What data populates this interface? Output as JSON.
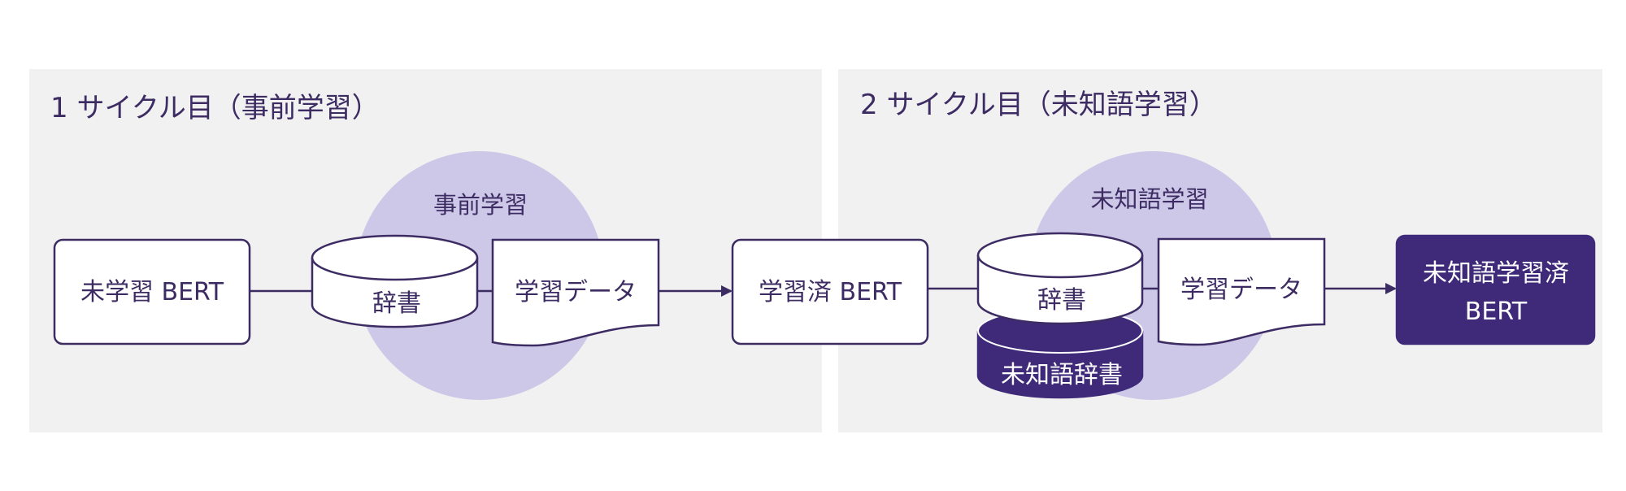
{
  "panels": {
    "cycle1": {
      "title": "1 サイクル目（事前学習）",
      "circle_label": "事前学習"
    },
    "cycle2": {
      "title": "2 サイクル目（未知語学習）",
      "circle_label": "未知語学習"
    }
  },
  "nodes": {
    "untrained_bert": "未学習 BERT",
    "dict1": "辞書",
    "train_data1": "学習データ",
    "trained_bert": "学習済 BERT",
    "dict2": "辞書",
    "unknown_dict": "未知語辞書",
    "train_data2": "学習データ",
    "unknown_trained_bert_line1": "未知語学習済",
    "unknown_trained_bert_line2": "BERT"
  },
  "colors": {
    "panel_bg": "#f1f1f1",
    "circle": "#cdc8e7",
    "stroke": "#3d2c63",
    "dark_fill": "#3f2a7a"
  }
}
